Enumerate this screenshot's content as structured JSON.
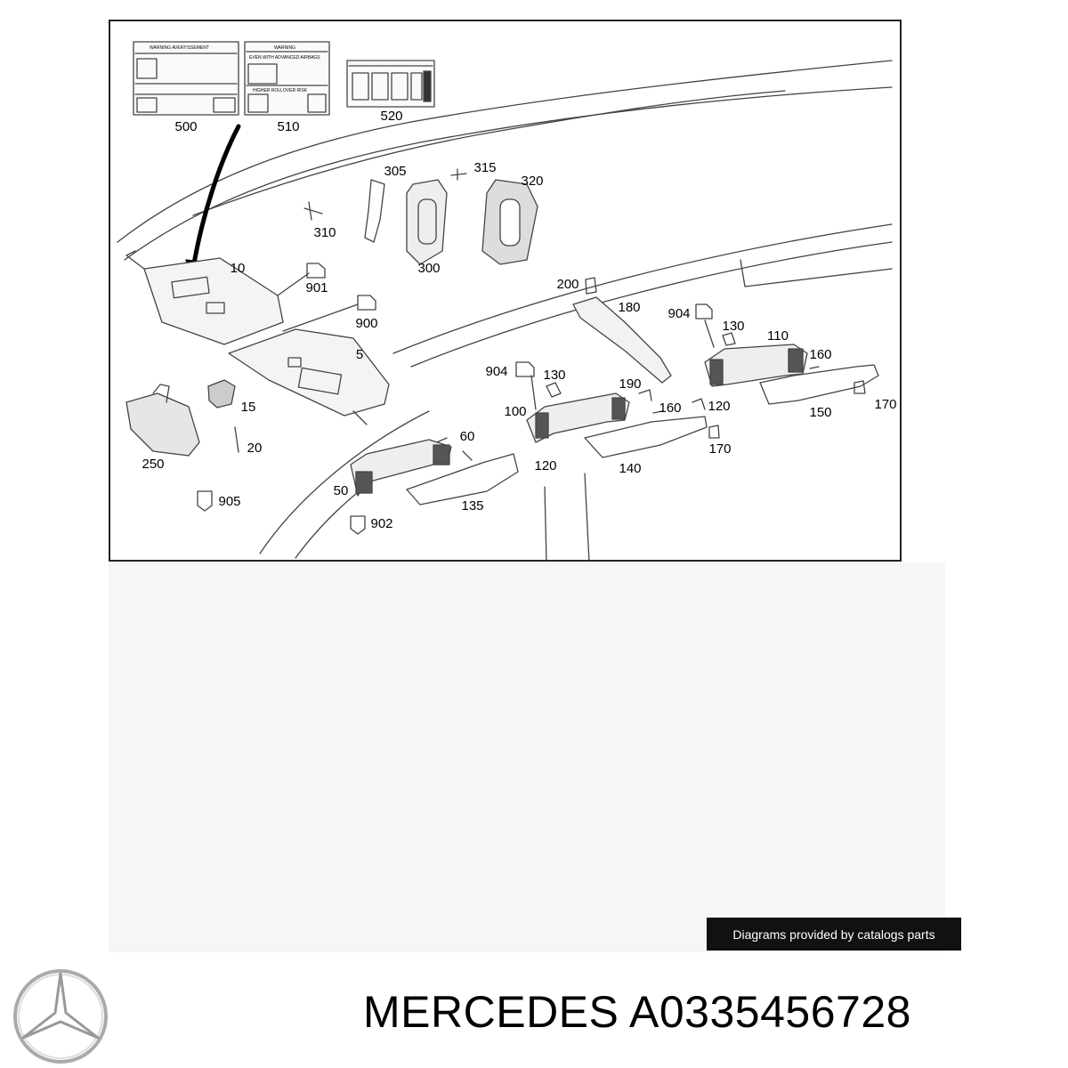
{
  "diagram": {
    "labels": {
      "c500": "500",
      "c510": "510",
      "c520": "520",
      "c305": "305",
      "c315": "315",
      "c320": "320",
      "c310": "310",
      "c300": "300",
      "c10": "10",
      "c901": "901",
      "c900": "900",
      "c5": "5",
      "c200": "200",
      "c180": "180",
      "c904a": "904",
      "c130a": "130",
      "c110": "110",
      "c160a": "160",
      "c904b": "904",
      "c130b": "130",
      "c190": "190",
      "c150": "150",
      "c170a": "170",
      "c100": "100",
      "c160b": "160",
      "c120a": "120",
      "c15": "15",
      "c60": "60",
      "c120b": "120",
      "c140": "140",
      "c170b": "170",
      "c250": "250",
      "c20": "20",
      "c50": "50",
      "c135": "135",
      "c905": "905",
      "c902": "902"
    },
    "warning_labels": {
      "sticker500_title": "WARNING AVERTISSEMENT",
      "sticker510_title": "WARNING",
      "sticker510_line": "EVEN WITH ADVANCED AIRBAGS",
      "sticker510_risk": "HIGHER ROLLOVER RISK"
    }
  },
  "credit": "Diagrams provided by catalogs parts",
  "brand": {
    "name": "MERCEDES",
    "part_number": "A0335456728"
  }
}
